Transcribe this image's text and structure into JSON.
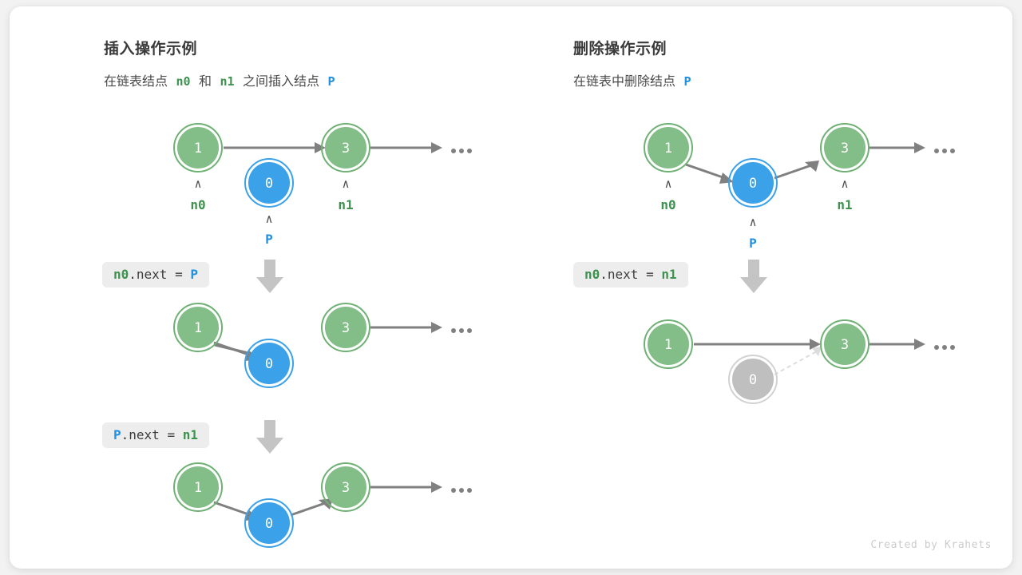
{
  "credit": "Created by Krahets",
  "colors": {
    "green_fill": "#83bd87",
    "green_ring": "#6fb074",
    "blue_fill": "#3ba1e8",
    "blue_ring": "#3ba1e8",
    "gray_fill": "#bfbfbf",
    "gray_ring": "#d2d2d2",
    "arrow": "#808080",
    "faded_arrow": "#dcdcdc",
    "code_bg": "#ededed",
    "down_arrow": "#c4c4c4",
    "label_green": "#3f9150",
    "label_blue": "#1f8fe0"
  },
  "panels": [
    {
      "id": "insert",
      "title": "插入操作示例",
      "subtitle": {
        "parts": [
          {
            "text": "在链表结点",
            "type": "plain"
          },
          {
            "text": "n0",
            "type": "code-green"
          },
          {
            "text": "和",
            "type": "plain"
          },
          {
            "text": "n1",
            "type": "code-green"
          },
          {
            "text": "之间插入结点",
            "type": "plain"
          },
          {
            "text": "P",
            "type": "code-blue"
          }
        ]
      },
      "steps": [
        {
          "code": null,
          "nodes": [
            {
              "value": "1",
              "color": "green",
              "label": "n0",
              "label_color": "green"
            },
            {
              "value": "0",
              "color": "blue",
              "label": "P",
              "label_color": "blue"
            },
            {
              "value": "3",
              "color": "green",
              "label": "n1",
              "label_color": "green"
            }
          ]
        },
        {
          "code": [
            {
              "text": "n0",
              "type": "green"
            },
            {
              "text": ".next = ",
              "type": "plain"
            },
            {
              "text": "P",
              "type": "blue"
            }
          ],
          "nodes": [
            {
              "value": "1",
              "color": "green"
            },
            {
              "value": "0",
              "color": "blue"
            },
            {
              "value": "3",
              "color": "green"
            }
          ]
        },
        {
          "code": [
            {
              "text": "P",
              "type": "blue"
            },
            {
              "text": ".next = ",
              "type": "plain"
            },
            {
              "text": "n1",
              "type": "green"
            }
          ],
          "nodes": [
            {
              "value": "1",
              "color": "green"
            },
            {
              "value": "0",
              "color": "blue"
            },
            {
              "value": "3",
              "color": "green"
            }
          ]
        }
      ]
    },
    {
      "id": "delete",
      "title": "删除操作示例",
      "subtitle": {
        "parts": [
          {
            "text": "在链表中删除结点",
            "type": "plain"
          },
          {
            "text": "P",
            "type": "code-blue"
          }
        ]
      },
      "steps": [
        {
          "code": null,
          "nodes": [
            {
              "value": "1",
              "color": "green",
              "label": "n0",
              "label_color": "green"
            },
            {
              "value": "0",
              "color": "blue",
              "label": "P",
              "label_color": "blue"
            },
            {
              "value": "3",
              "color": "green",
              "label": "n1",
              "label_color": "green"
            }
          ]
        },
        {
          "code": [
            {
              "text": "n0",
              "type": "green"
            },
            {
              "text": ".next = ",
              "type": "plain"
            },
            {
              "text": "n1",
              "type": "green"
            }
          ],
          "nodes": [
            {
              "value": "1",
              "color": "green"
            },
            {
              "value": "0",
              "color": "gray"
            },
            {
              "value": "3",
              "color": "green"
            }
          ]
        }
      ]
    }
  ]
}
